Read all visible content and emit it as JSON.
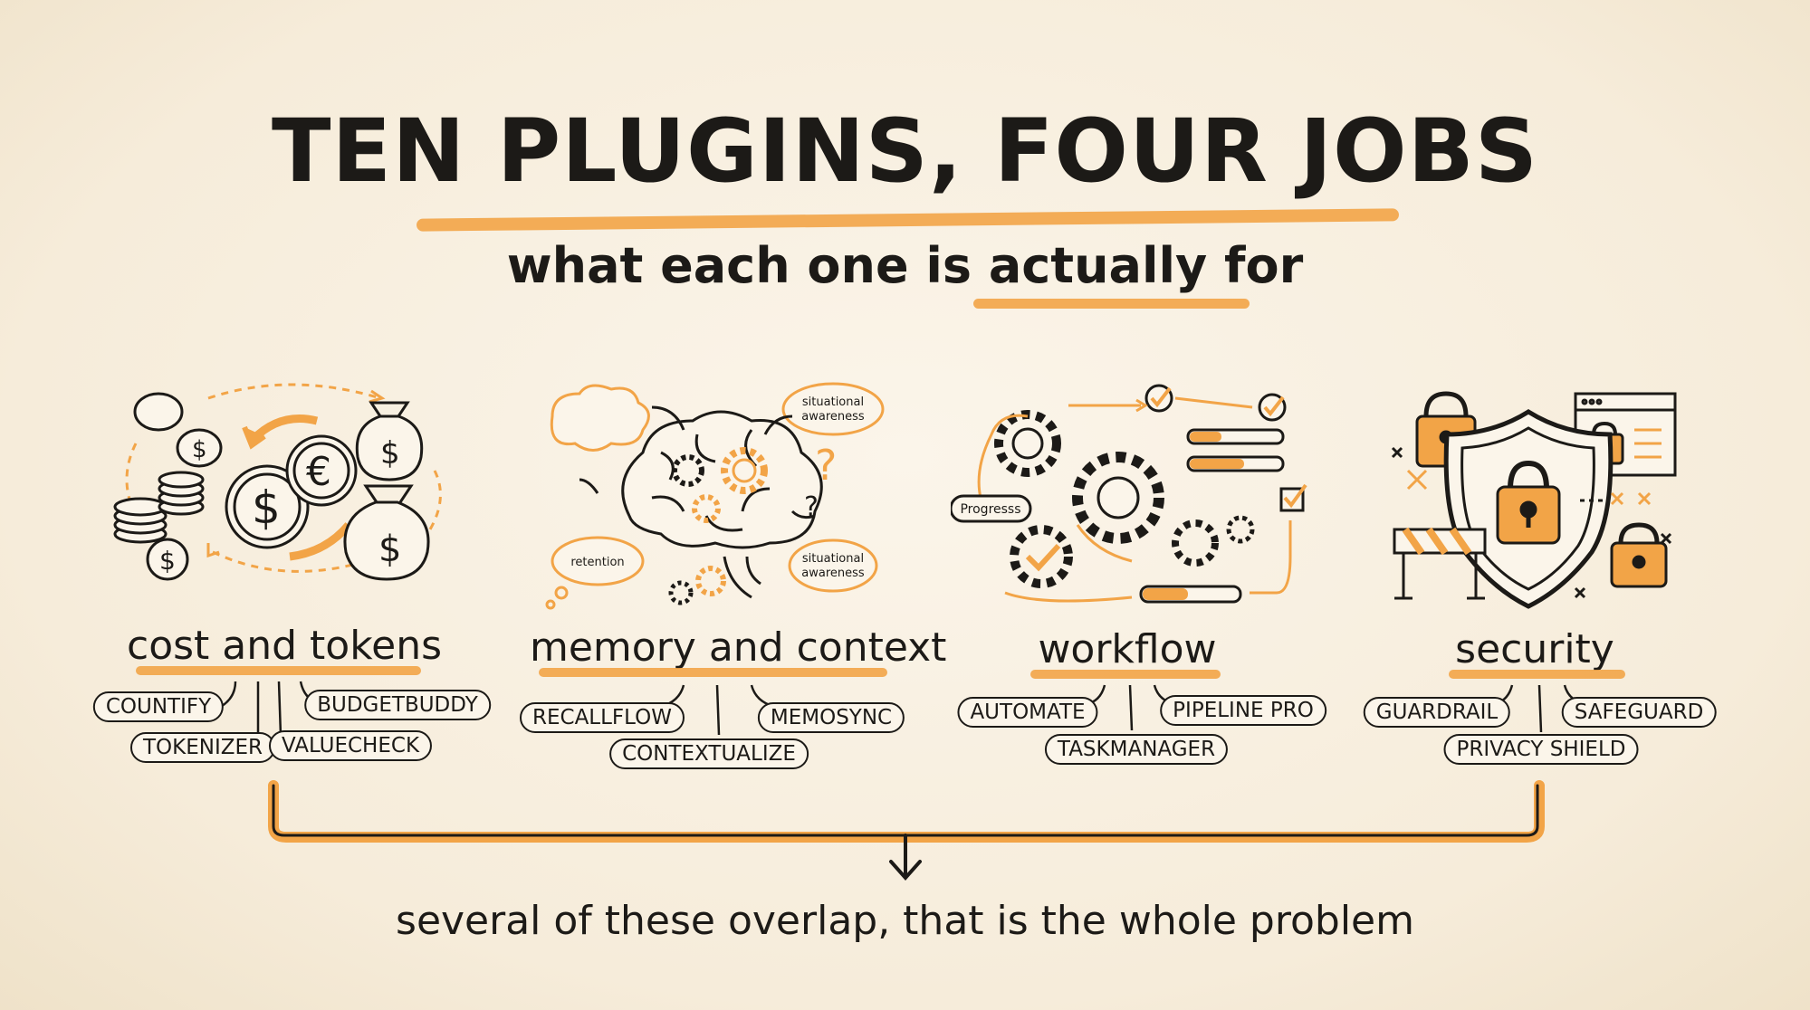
{
  "title": "TEN PLUGINS, FOUR JOBS",
  "subtitle": "what each one is actually for",
  "colors": {
    "accent": "#f2a447",
    "ink": "#1c1a17",
    "paper": "#f7efe0"
  },
  "categories": [
    {
      "label": "cost and tokens",
      "icon": "coins-money-bags-icon",
      "plugins": [
        "COUNTIFY",
        "BUDGETBUDDY",
        "TOKENIZER",
        "VALUECHECK"
      ]
    },
    {
      "label": "memory and context",
      "icon": "brain-gears-icon",
      "plugins": [
        "RECALLFLOW",
        "MEMOSYNC",
        "CONTEXTUALIZE"
      ],
      "bubbles": [
        "situational awareness",
        "retention",
        "situational awareness"
      ]
    },
    {
      "label": "workflow",
      "icon": "gears-checklist-icon",
      "plugins": [
        "AUTOMATE",
        "PIPELINE PRO",
        "TASKMANAGER"
      ],
      "bubbles": [
        "Progresss"
      ]
    },
    {
      "label": "security",
      "icon": "shield-lock-icon",
      "plugins": [
        "GUARDRAIL",
        "SAFEGUARD",
        "PRIVACY SHIELD"
      ]
    }
  ],
  "conclusion": "several of these overlap, that is the whole problem"
}
